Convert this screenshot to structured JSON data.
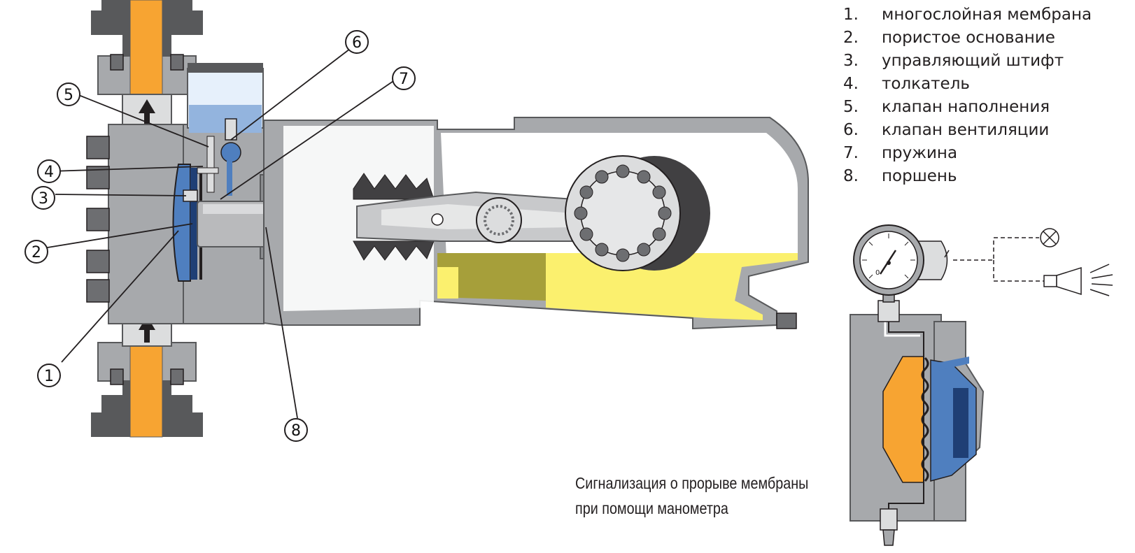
{
  "legend": {
    "items": [
      {
        "num": "1.",
        "label": "многослойная мембрана"
      },
      {
        "num": "2.",
        "label": "пористое основание"
      },
      {
        "num": "3.",
        "label": "управляющий штифт"
      },
      {
        "num": "4.",
        "label": "толкатель"
      },
      {
        "num": "5.",
        "label": "клапан наполнения"
      },
      {
        "num": "6.",
        "label": "клапан вентиляции"
      },
      {
        "num": "7.",
        "label": "пружина"
      },
      {
        "num": "8.",
        "label": "поршень"
      }
    ]
  },
  "callouts": [
    "1",
    "2",
    "3",
    "4",
    "5",
    "6",
    "7",
    "8"
  ],
  "caption": {
    "line1": "Сигнализация о прорыве мембраны",
    "line2": "при помощи манометра"
  },
  "gauge": {
    "zero_label": "0"
  },
  "colors": {
    "body_gray": "#a7a9ac",
    "dark_gray": "#58595b",
    "process_fluid_orange": "#f7a432",
    "hydraulic_blue": "#4f7fbf",
    "light_blue": "#93b4de",
    "oil_yellow": "#fbf06e",
    "oil_olive": "#a69f3a"
  }
}
